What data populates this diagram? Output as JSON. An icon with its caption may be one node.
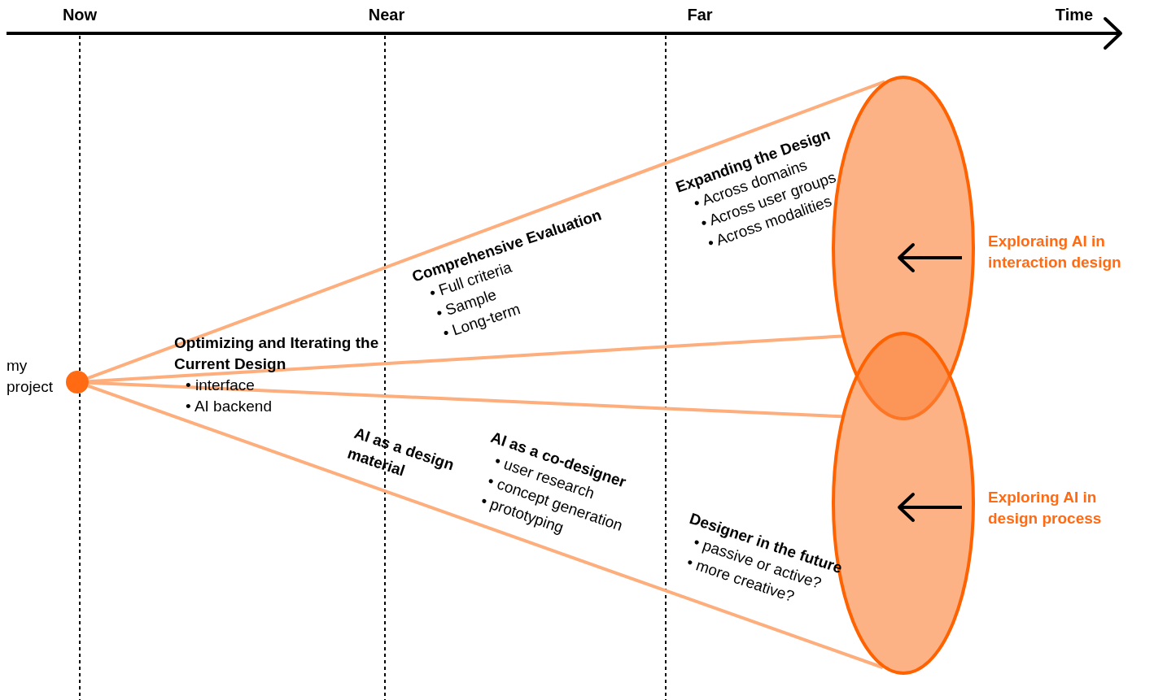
{
  "diagram": {
    "nodes": [
      {
        "text": [],
        "shape": "circle",
        "beside": [
          "my project"
        ]
      },
      {
        "text": [],
        "shape": "ellipse",
        "beside": [
          "Exploraing AI in interaction design"
        ]
      },
      {
        "text": [],
        "shape": "ellipse",
        "beside": [
          "Exploring AI in design process"
        ]
      }
    ],
    "edges": [
      {
        "from": 0,
        "to": 1,
        "arrow": "none"
      },
      {
        "from": 0,
        "to": 1,
        "arrow": "none"
      },
      {
        "from": 0,
        "to": 2,
        "arrow": "none"
      },
      {
        "from": 0,
        "to": 2,
        "arrow": "none"
      }
    ],
    "labels": [
      "Now",
      "Near",
      "Far",
      "Time",
      "Expanding the Design",
      "• Across domains",
      "• Across user groups",
      "• Across modalities",
      "Comprehensive Evaluation",
      "• Full criteria",
      "• Sample",
      "• Long-term",
      "Optimizing and Iterating the Current Design",
      "• interface",
      "• AI backend",
      "AI as a design material",
      "AI as a co-designer",
      "• user research",
      "• concept generation",
      "• prototyping",
      "Designer in the future",
      "• passive or active?",
      "• more creative?"
    ]
  }
}
